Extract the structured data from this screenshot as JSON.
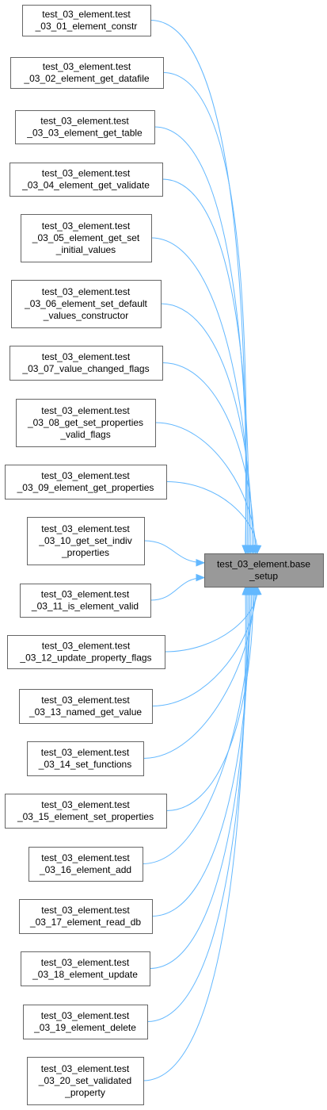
{
  "target": {
    "id": "base_setup",
    "lines": [
      "test_03_element.base",
      "_setup"
    ]
  },
  "callers": [
    {
      "id": "t01",
      "lines": [
        "test_03_element.test",
        "_03_01_element_constr"
      ]
    },
    {
      "id": "t02",
      "lines": [
        "test_03_element.test",
        "_03_02_element_get_datafile"
      ]
    },
    {
      "id": "t03",
      "lines": [
        "test_03_element.test",
        "_03_03_element_get_table"
      ]
    },
    {
      "id": "t04",
      "lines": [
        "test_03_element.test",
        "_03_04_element_get_validate"
      ]
    },
    {
      "id": "t05",
      "lines": [
        "test_03_element.test",
        "_03_05_element_get_set",
        "_initial_values"
      ]
    },
    {
      "id": "t06",
      "lines": [
        "test_03_element.test",
        "_03_06_element_set_default",
        "_values_constructor"
      ]
    },
    {
      "id": "t07",
      "lines": [
        "test_03_element.test",
        "_03_07_value_changed_flags"
      ]
    },
    {
      "id": "t08",
      "lines": [
        "test_03_element.test",
        "_03_08_get_set_properties",
        "_valid_flags"
      ]
    },
    {
      "id": "t09",
      "lines": [
        "test_03_element.test",
        "_03_09_element_get_properties"
      ]
    },
    {
      "id": "t10",
      "lines": [
        "test_03_element.test",
        "_03_10_get_set_indiv",
        "_properties"
      ]
    },
    {
      "id": "t11",
      "lines": [
        "test_03_element.test",
        "_03_11_is_element_valid"
      ]
    },
    {
      "id": "t12",
      "lines": [
        "test_03_element.test",
        "_03_12_update_property_flags"
      ]
    },
    {
      "id": "t13",
      "lines": [
        "test_03_element.test",
        "_03_13_named_get_value"
      ]
    },
    {
      "id": "t14",
      "lines": [
        "test_03_element.test",
        "_03_14_set_functions"
      ]
    },
    {
      "id": "t15",
      "lines": [
        "test_03_element.test",
        "_03_15_element_set_properties"
      ]
    },
    {
      "id": "t16",
      "lines": [
        "test_03_element.test",
        "_03_16_element_add"
      ]
    },
    {
      "id": "t17",
      "lines": [
        "test_03_element.test",
        "_03_17_element_read_db"
      ]
    },
    {
      "id": "t18",
      "lines": [
        "test_03_element.test",
        "_03_18_element_update"
      ]
    },
    {
      "id": "t19",
      "lines": [
        "test_03_element.test",
        "_03_19_element_delete"
      ]
    },
    {
      "id": "t20",
      "lines": [
        "test_03_element.test",
        "_03_20_set_validated",
        "_property"
      ]
    }
  ],
  "colors": {
    "edge": "#63b8ff",
    "target_fill": "#999999",
    "node_border": "#666666"
  }
}
